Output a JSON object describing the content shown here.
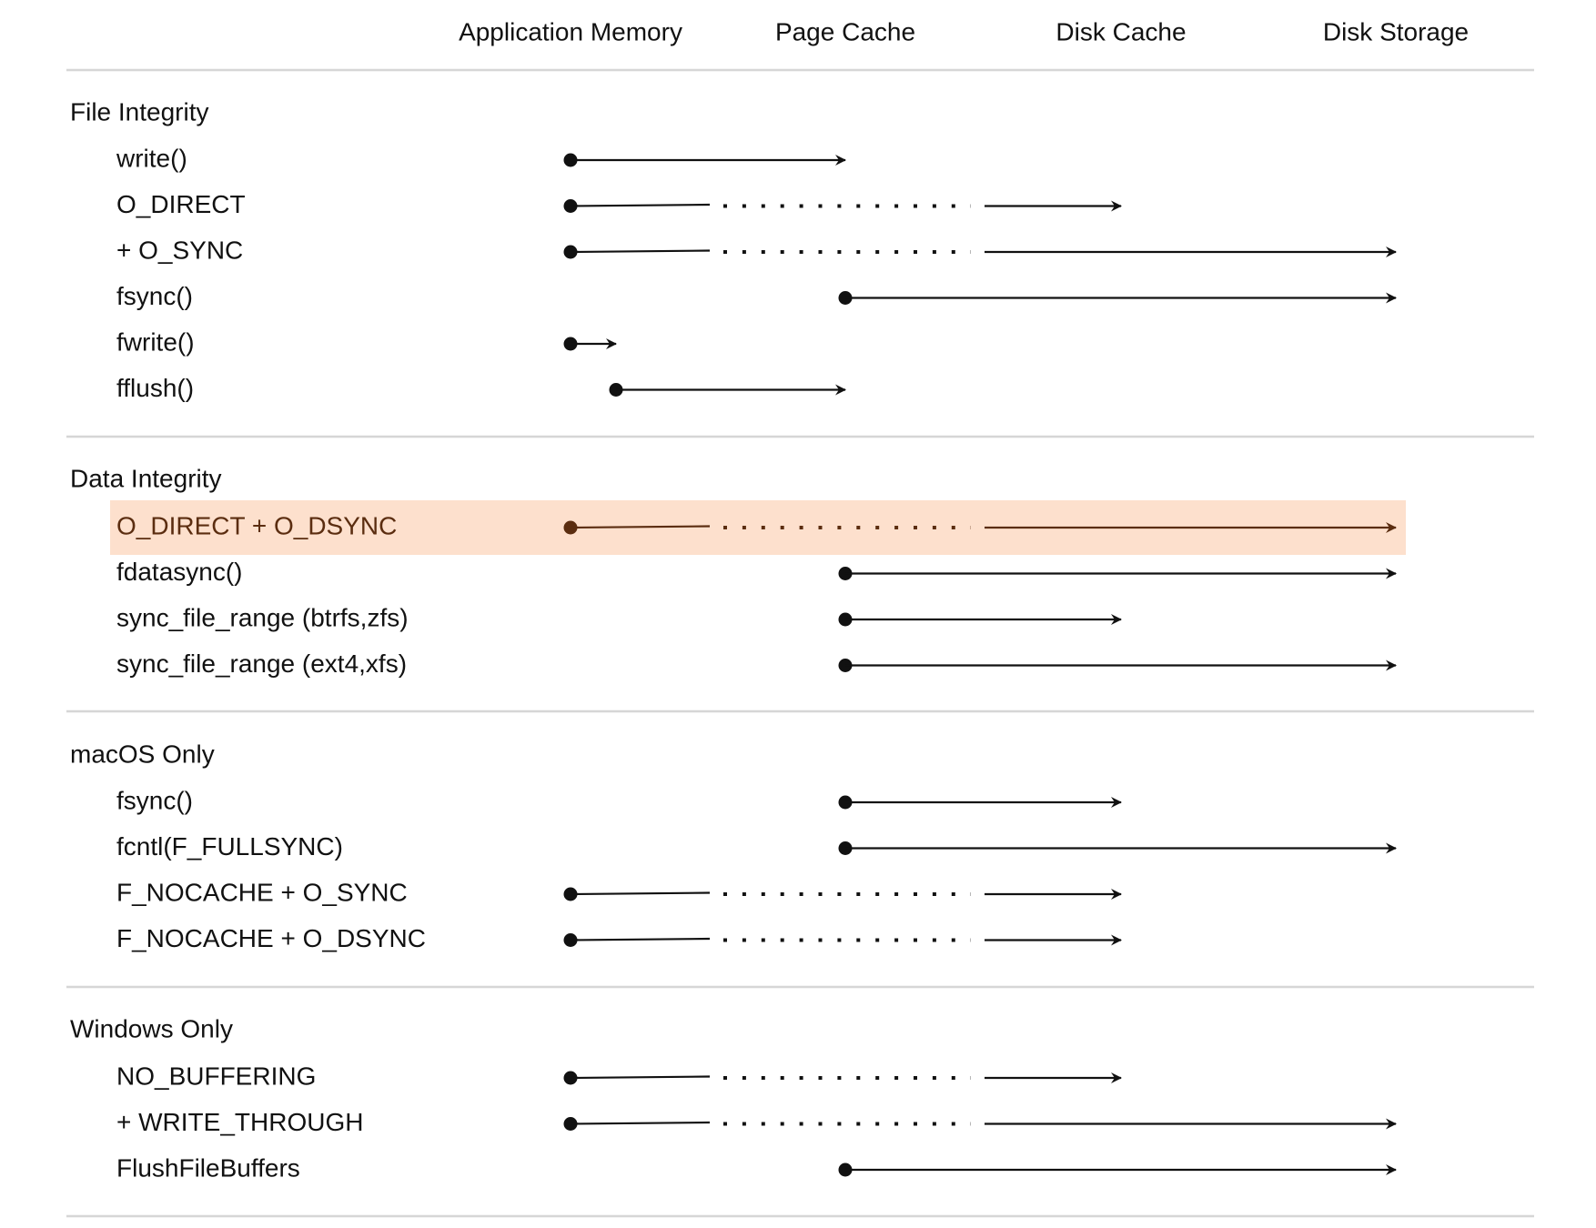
{
  "columns": [
    "Application Memory",
    "Page Cache",
    "Disk Cache",
    "Disk Storage"
  ],
  "colors": {
    "line": "#111111",
    "highlight_line": "#5b2d10",
    "highlight_band": "#fde0cd",
    "divider": "#d6d6d6"
  },
  "sections": [
    {
      "title": "File Integrity",
      "rows": [
        {
          "label": "write()",
          "from": "Application Memory",
          "to": "Page Cache",
          "bypass_page_cache": false
        },
        {
          "label": "O_DIRECT",
          "from": "Application Memory",
          "to": "Disk Cache",
          "bypass_page_cache": true
        },
        {
          "label": "+ O_SYNC",
          "from": "Application Memory",
          "to": "Disk Storage",
          "bypass_page_cache": true
        },
        {
          "label": "fsync()",
          "from": "Page Cache",
          "to": "Disk Storage",
          "bypass_page_cache": false
        },
        {
          "label": "fwrite()",
          "from": "Application Memory",
          "to": "Application Memory (buffer)",
          "bypass_page_cache": false
        },
        {
          "label": "fflush()",
          "from": "Application Memory (buffer)",
          "to": "Page Cache",
          "bypass_page_cache": false
        }
      ]
    },
    {
      "title": "Data Integrity",
      "rows": [
        {
          "label": "O_DIRECT + O_DSYNC",
          "from": "Application Memory",
          "to": "Disk Storage",
          "bypass_page_cache": true,
          "highlight": true
        },
        {
          "label": "fdatasync()",
          "from": "Page Cache",
          "to": "Disk Storage",
          "bypass_page_cache": false
        },
        {
          "label": "sync_file_range (btrfs,zfs)",
          "from": "Page Cache",
          "to": "Disk Cache",
          "bypass_page_cache": false
        },
        {
          "label": "sync_file_range (ext4,xfs)",
          "from": "Page Cache",
          "to": "Disk Storage",
          "bypass_page_cache": false
        }
      ]
    },
    {
      "title": "macOS Only",
      "rows": [
        {
          "label": "fsync()",
          "from": "Page Cache",
          "to": "Disk Cache",
          "bypass_page_cache": false
        },
        {
          "label": "fcntl(F_FULLSYNC)",
          "from": "Page Cache",
          "to": "Disk Storage",
          "bypass_page_cache": false
        },
        {
          "label": "F_NOCACHE + O_SYNC",
          "from": "Application Memory",
          "to": "Disk Cache",
          "bypass_page_cache": true
        },
        {
          "label": "F_NOCACHE + O_DSYNC",
          "from": "Application Memory",
          "to": "Disk Cache",
          "bypass_page_cache": true
        }
      ]
    },
    {
      "title": "Windows Only",
      "rows": [
        {
          "label": "NO_BUFFERING",
          "from": "Application Memory",
          "to": "Disk Cache",
          "bypass_page_cache": true
        },
        {
          "label": "+ WRITE_THROUGH",
          "from": "Application Memory",
          "to": "Disk Storage",
          "bypass_page_cache": true
        },
        {
          "label": "FlushFileBuffers",
          "from": "Page Cache",
          "to": "Disk Storage",
          "bypass_page_cache": false
        }
      ]
    }
  ]
}
